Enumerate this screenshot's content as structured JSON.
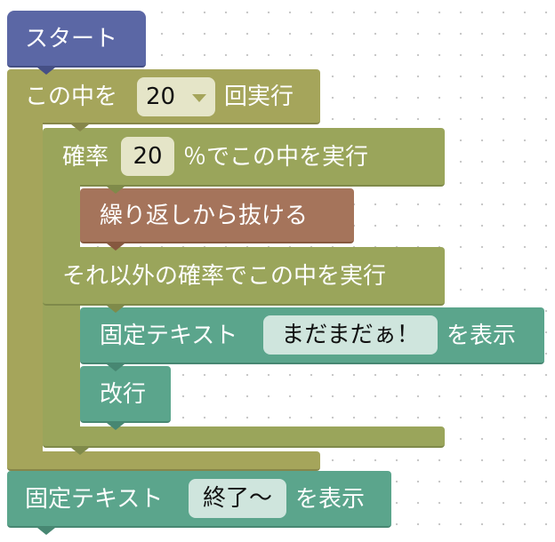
{
  "colors": {
    "start": "#5b67a5",
    "loop": "#a5a55b",
    "branch": "#9aa55b",
    "break": "#a5745b",
    "text": "#5ba58c",
    "field_loop": "#e5e5c8",
    "field_text": "#cfe5dd"
  },
  "blocks": {
    "start": {
      "label": "スタート"
    },
    "repeat": {
      "prefix": "この中を",
      "count": "20",
      "suffix": "回実行"
    },
    "chance": {
      "prefix": "確率",
      "value": "20",
      "suffix": "％でこの中を実行",
      "else_label": "それ以外の確率でこの中を実行"
    },
    "break_loop": {
      "label": "繰り返しから抜ける"
    },
    "print1": {
      "prefix": "固定テキスト",
      "value": "まだまだぁ！",
      "suffix": "を表示"
    },
    "newline": {
      "label": "改行"
    },
    "print2": {
      "prefix": "固定テキスト",
      "value": "終了〜",
      "suffix": "を表示"
    }
  }
}
